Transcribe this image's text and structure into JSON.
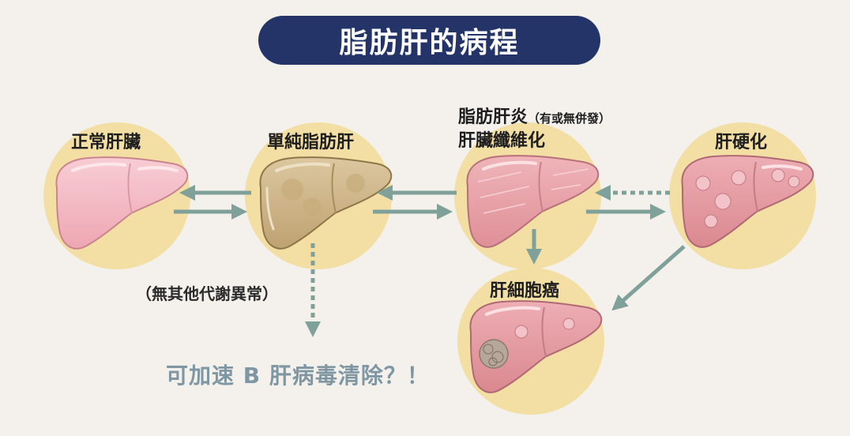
{
  "title": "脂肪肝的病程",
  "stages": {
    "normal": "正常肝臟",
    "simple_fatty": "單純脂肪肝",
    "nash_line1": "脂肪肝炎",
    "nash_note": "（有或無併發）",
    "nash_line2": "肝臟纖維化",
    "cirrhosis": "肝硬化",
    "hcc": "肝細胞癌"
  },
  "condition_note": "（無其他代謝異常）",
  "question": "可加速 B 肝病毒清除？！",
  "colors": {
    "title_bg": "#243469",
    "circle": "#f3dea3",
    "arrow": "#7fa19a",
    "question_text": "#7f96a3",
    "normal_liver": "#f3b8c2",
    "fatty_liver": "#cdb384",
    "inflamed_liver": "#e7a0a6",
    "cirrhotic_liver": "#e49ba3",
    "tumor": "#b7a79a"
  },
  "icons": {
    "normal": "healthy-liver-illustration",
    "simple_fatty": "fatty-liver-illustration",
    "nash": "fibrotic-liver-illustration",
    "cirrhosis": "cirrhotic-liver-illustration",
    "hcc": "liver-tumor-illustration"
  }
}
